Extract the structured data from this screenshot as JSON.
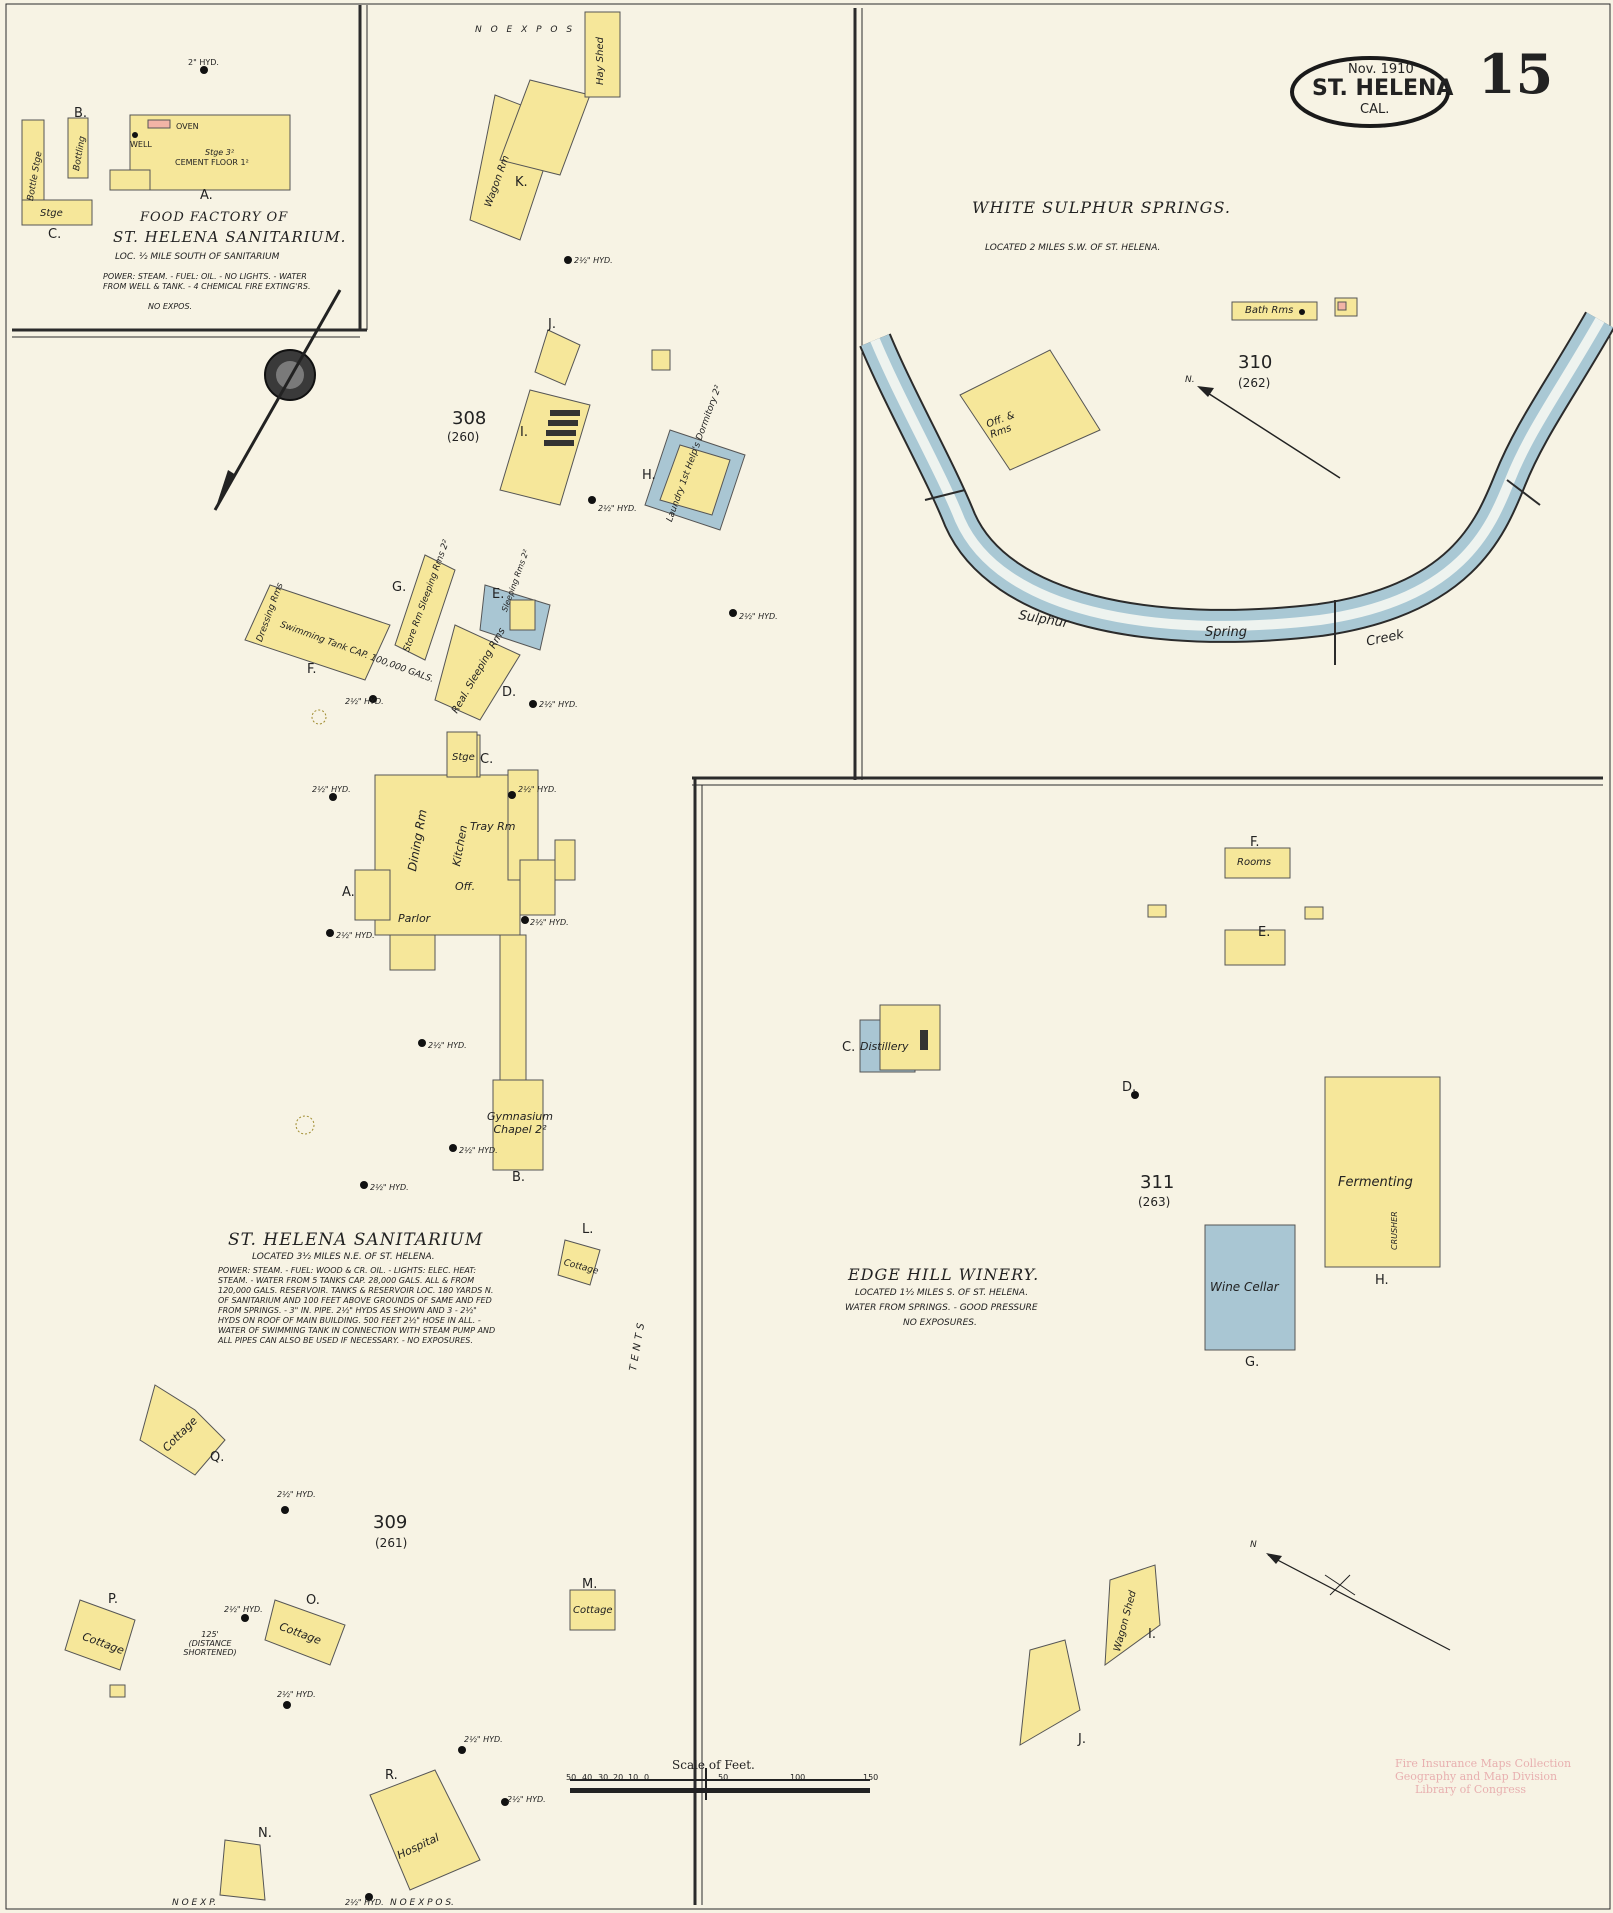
{
  "header": {
    "date": "Nov. 1910",
    "city": "ST. HELENA",
    "state": "CAL.",
    "sheet_number": "15"
  },
  "food_factory": {
    "title_line1": "FOOD FACTORY OF",
    "title_line2": "ST. HELENA SANITARIUM.",
    "location": "LOC. ½ MILE SOUTH OF SANITARIUM",
    "notes": "POWER: STEAM. - FUEL: OIL. - NO LIGHTS. - WATER FROM WELL & TANK. - 4 CHEMICAL FIRE EXTING'RS.",
    "expos": "NO EXPOS.",
    "labels": {
      "a": "A.",
      "b": "B.",
      "c": "C.",
      "bottling": "Bottling",
      "bottle_stge": "Bottle Stge",
      "stge": "Stge",
      "stge3": "Stge 3²",
      "cement_floor": "CEMENT FLOOR 1²",
      "oven": "OVEN",
      "hyd2": "2\" HYD.",
      "well": "WELL"
    }
  },
  "sanitarium": {
    "title": "ST. HELENA SANITARIUM",
    "location": "LOCATED 3½ MILES N.E. OF ST. HELENA.",
    "notes": "POWER: STEAM. - FUEL: WOOD & CR. OIL. - LIGHTS: ELEC. HEAT: STEAM. - WATER FROM 5 TANKS CAP. 28,000 GALS. ALL & FROM 120,000 GALS. RESERVOIR. TANKS & RESERVOIR LOC. 180 YARDS N. OF SANITARIUM AND 100 FEET ABOVE GROUNDS OF SAME AND FED FROM SPRINGS. - 3\" IN. PIPE. 2½\" HYDS AS SHOWN AND 3 - 2½\" HYDS ON ROOF OF MAIN BUILDING. 500 FEET 2½\" HOSE IN ALL. - WATER OF SWIMMING TANK IN CONNECTION WITH STEAM PUMP AND ALL PIPES CAN ALSO BE USED IF NECESSARY. - NO EXPOSURES.",
    "blocks": [
      {
        "num": "308",
        "old": "(260)"
      },
      {
        "num": "309",
        "old": "(261)"
      }
    ],
    "buildings": {
      "dining": "Dining Rm",
      "kitchen": "Kitchen",
      "tray": "Tray Rm",
      "off": "Off.",
      "parlor": "Parlor",
      "gym": "Gymnasium Chapel 2²",
      "swim": "Swimming Tank CAP. 100,000 GALS.",
      "dressing": "Dressing Rms",
      "store": "Store Rm Sleeping Rms 2²",
      "sleep_d": "Real. Sleeping Rms",
      "sleep_e": "Sleeping Rms 2²",
      "laundry": "Laundry 1st Help's Dormitory 2²",
      "wagon": "Wagon Rm",
      "hay": "Hay Shed",
      "stge": "Stge",
      "cottage": "Cottage",
      "hospital": "Hospital",
      "tents": "TENTS",
      "distance": "125' (DISTANCE SHORTENED)"
    },
    "letters": [
      "A.",
      "B.",
      "C.",
      "D.",
      "E.",
      "F.",
      "G.",
      "H.",
      "I.",
      "J.",
      "K.",
      "L.",
      "M.",
      "N.",
      "O.",
      "P.",
      "Q.",
      "R."
    ],
    "hydrant": "2½\" HYD.",
    "no_expos": "N O   E X P O S.",
    "no_exp": "N O   E X P.",
    "no_expos_top": "N O   E X P O S"
  },
  "white_sulphur": {
    "title": "WHITE SULPHUR SPRINGS.",
    "location": "LOCATED 2 MILES S.W. OF ST. HELENA.",
    "block": {
      "num": "310",
      "old": "(262)"
    },
    "bath": "Bath Rms",
    "off": "Off. & Rms",
    "creek": [
      "Sulphur",
      "Spring",
      "Creek"
    ],
    "north": "N."
  },
  "winery": {
    "title": "EDGE HILL WINERY.",
    "location": "LOCATED 1½ MILES S. OF ST. HELENA.",
    "water": "WATER FROM SPRINGS. - GOOD PRESSURE",
    "expos": "NO EXPOSURES.",
    "block": {
      "num": "311",
      "old": "(263)"
    },
    "buildings": {
      "fermenting": "Fermenting",
      "wine_cellar": "Wine Cellar",
      "distillery": "Distillery",
      "rooms": "Rooms",
      "wagon_shed": "Wagon Shed",
      "crusher": "CRUSHER"
    },
    "letters": [
      "C.",
      "D.",
      "E.",
      "F.",
      "G.",
      "H.",
      "I.",
      "J."
    ],
    "north": "N"
  },
  "scale": {
    "label": "Scale of Feet.",
    "ticks": [
      "50",
      "40",
      "30",
      "20",
      "10",
      "0",
      "50",
      "100",
      "150"
    ]
  },
  "stamp": {
    "line1": "Fire Insurance Maps Collection",
    "line2": "Geography and Map Division",
    "line3": "Library of Congress"
  },
  "colors": {
    "paper": "#f7f3e4",
    "frame": "#2b2b2b",
    "wood": "#f6e79a",
    "brick": "#f2b4a6",
    "stone": "#a9c6d3",
    "creek": "#a9c8d4"
  }
}
